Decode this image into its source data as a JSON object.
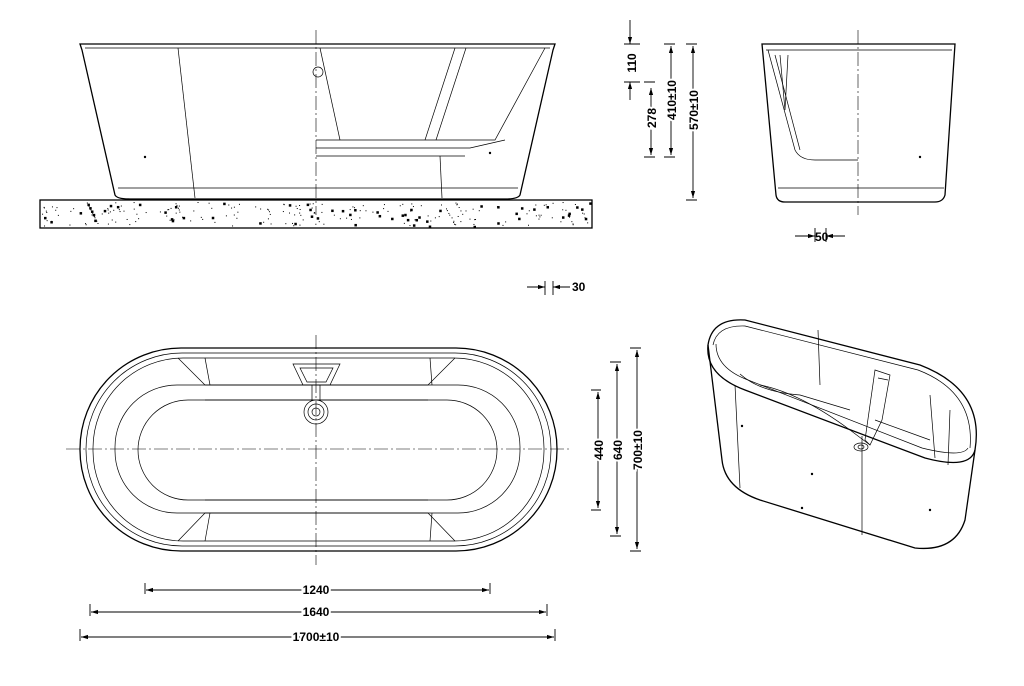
{
  "drawing": {
    "side_view": {
      "dimensions": {
        "rim": "110",
        "seat_depth": "278",
        "depth": "410±10",
        "height": "570±10"
      }
    },
    "end_view": {
      "dimensions": {
        "offset": "50"
      }
    },
    "plan_view": {
      "dimensions": {
        "rim_gap": "30",
        "inner_width": "440",
        "width": "640",
        "overall_width": "700±10",
        "inner_length": "1240",
        "length": "1640",
        "overall_length": "1700±10"
      }
    }
  }
}
